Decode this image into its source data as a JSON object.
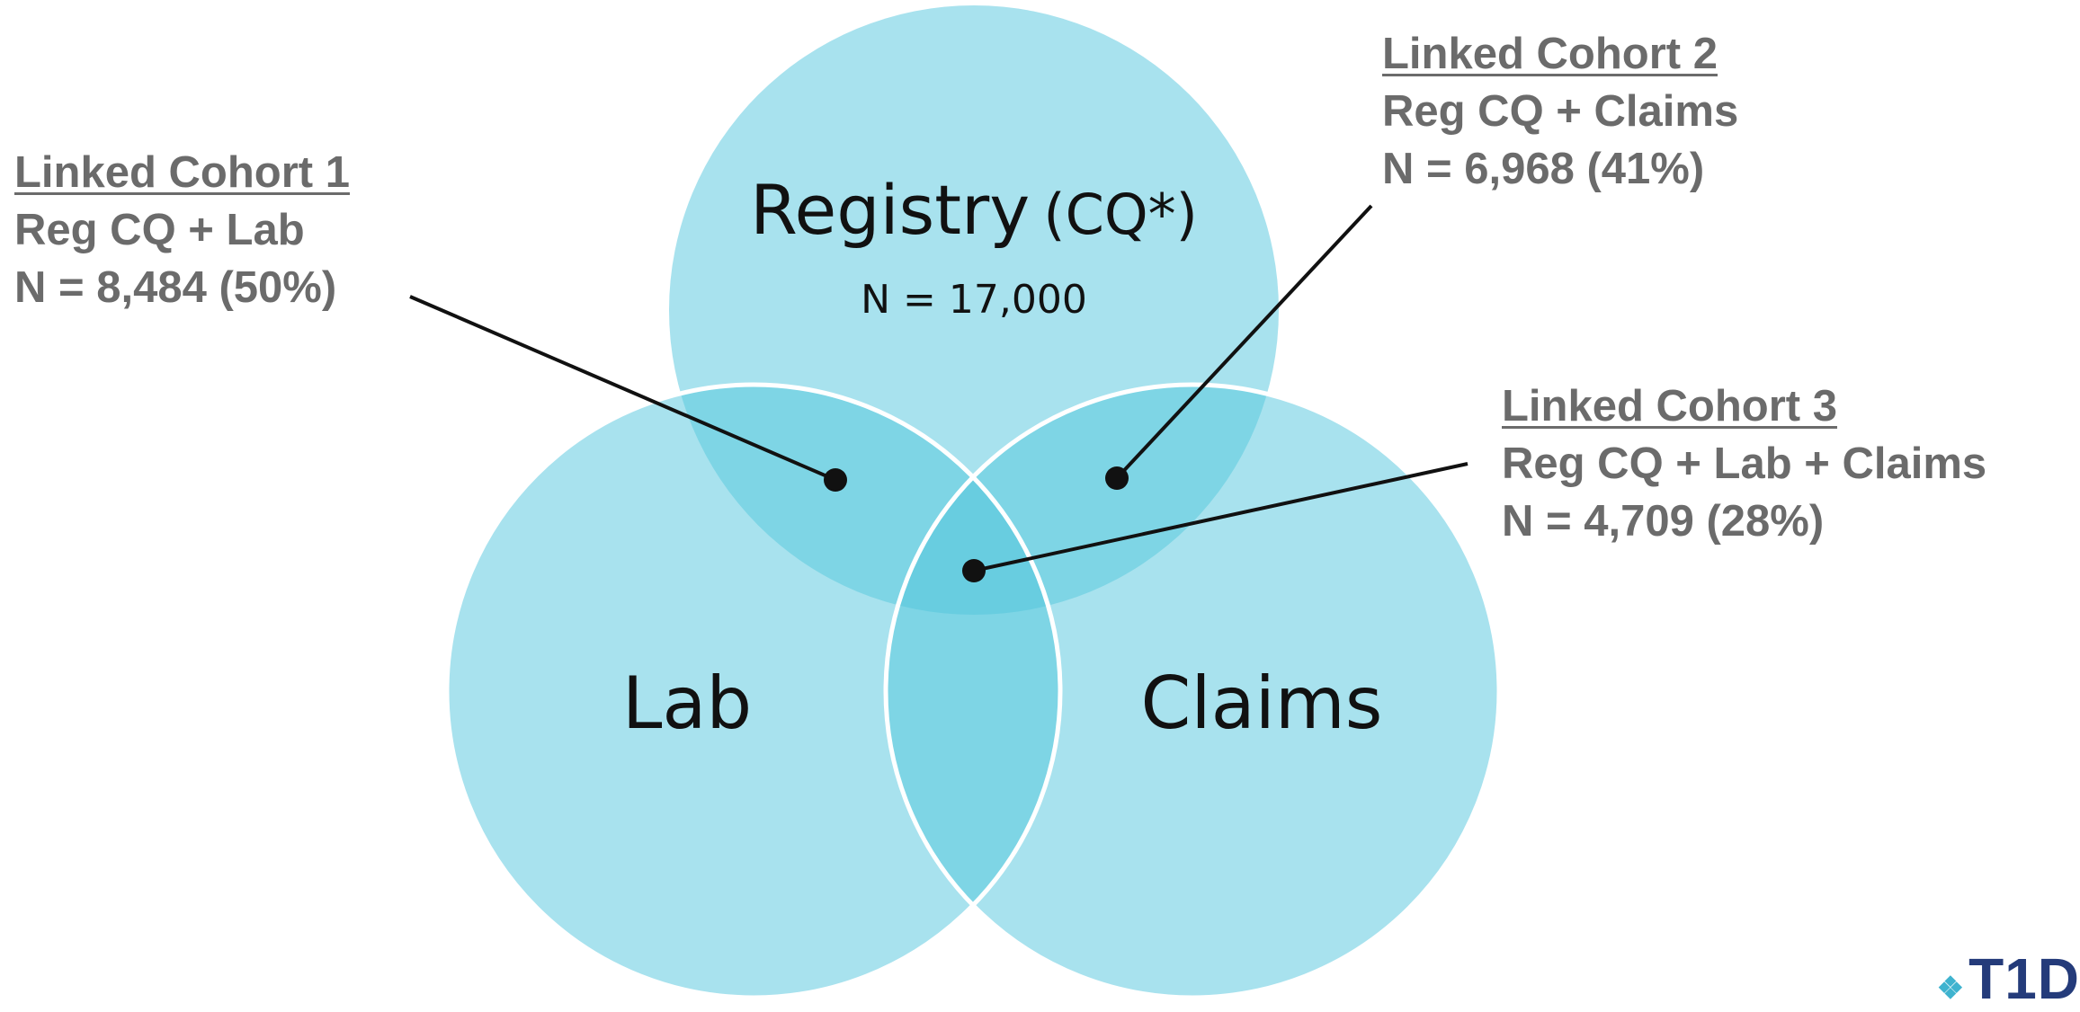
{
  "sets": {
    "registry": {
      "label_main": "Registry",
      "label_suffix": "(CQ*)",
      "count": "N = 17,000"
    },
    "lab": {
      "label": "Lab"
    },
    "claims": {
      "label": "Claims"
    }
  },
  "callouts": [
    {
      "title": "Linked Cohort 1",
      "sources": "Reg CQ + Lab",
      "count": "N = 8,484 (50%)"
    },
    {
      "title": "Linked Cohort 2",
      "sources": "Reg CQ + Claims",
      "count": "N = 6,968 (41%)"
    },
    {
      "title": "Linked Cohort 3",
      "sources": "Reg CQ + Lab + Claims",
      "count": "N = 4,709 (28%)"
    }
  ],
  "logo": {
    "text": "T1D",
    "color": "#243b7a"
  },
  "colors": {
    "circle_fill": "#a8e2ee",
    "overlap_fill": "#7ed5e5",
    "center_fill": "#68cde0",
    "outline": "#ffffff",
    "label": "#111111",
    "callout_text": "#6b6b6b",
    "leader": "#111111"
  }
}
